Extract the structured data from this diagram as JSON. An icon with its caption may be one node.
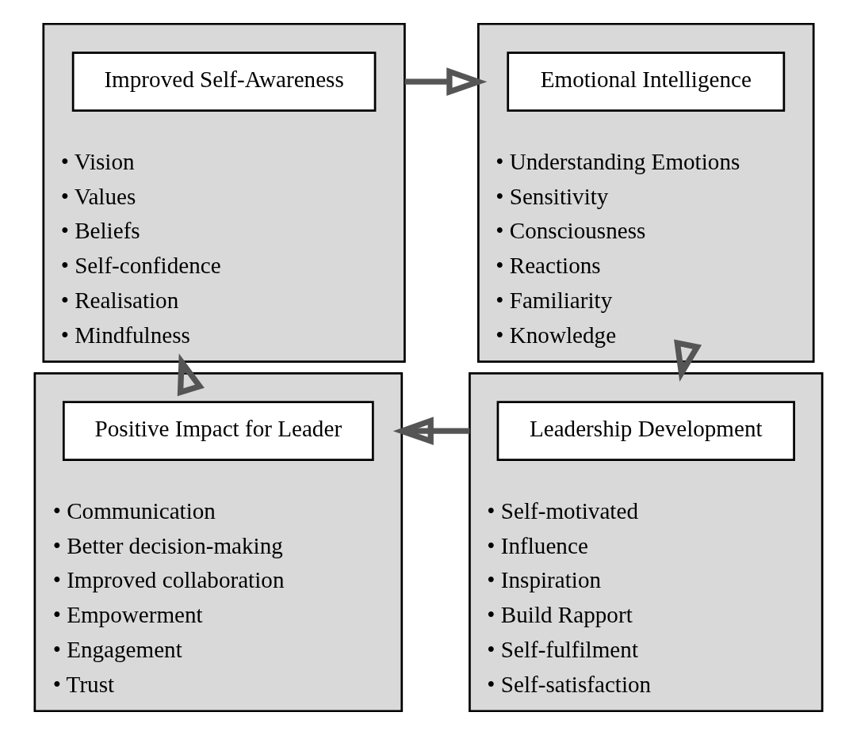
{
  "diagram": {
    "nodes": [
      {
        "text": [
          "• Vision",
          "• Values",
          "• Beliefs",
          "• Self-confidence",
          "• Realisation",
          "• Mindfulness"
        ]
      },
      {
        "text": [
          "Improved Self-Awareness"
        ],
        "in": 0
      },
      {
        "text": [
          "• Understanding Emotions",
          "• Sensitivity",
          "• Consciousness",
          "• Reactions",
          "• Familiarity",
          "• Knowledge"
        ]
      },
      {
        "text": [
          "Emotional Intelligence"
        ],
        "in": 2
      },
      {
        "text": [
          "• Communication",
          "• Better decision-making",
          "• Improved collaboration",
          "• Empowerment",
          "• Engagement",
          "• Trust"
        ]
      },
      {
        "text": [
          "Positive Impact for Leader"
        ],
        "in": 4
      },
      {
        "text": [
          "• Self-motivated",
          "• Influence",
          "• Inspiration",
          "• Build Rapport",
          "• Self-fulfilment",
          "• Self-satisfaction"
        ]
      },
      {
        "text": [
          "Leadership Development"
        ],
        "in": 6
      }
    ],
    "edges": [
      {
        "from": 0,
        "to": 2,
        "arrow": "to"
      },
      {
        "from": 2,
        "to": 6,
        "arrow": "to"
      },
      {
        "from": 6,
        "to": 4,
        "arrow": "to"
      },
      {
        "from": 4,
        "to": 0,
        "arrow": "to"
      }
    ]
  }
}
